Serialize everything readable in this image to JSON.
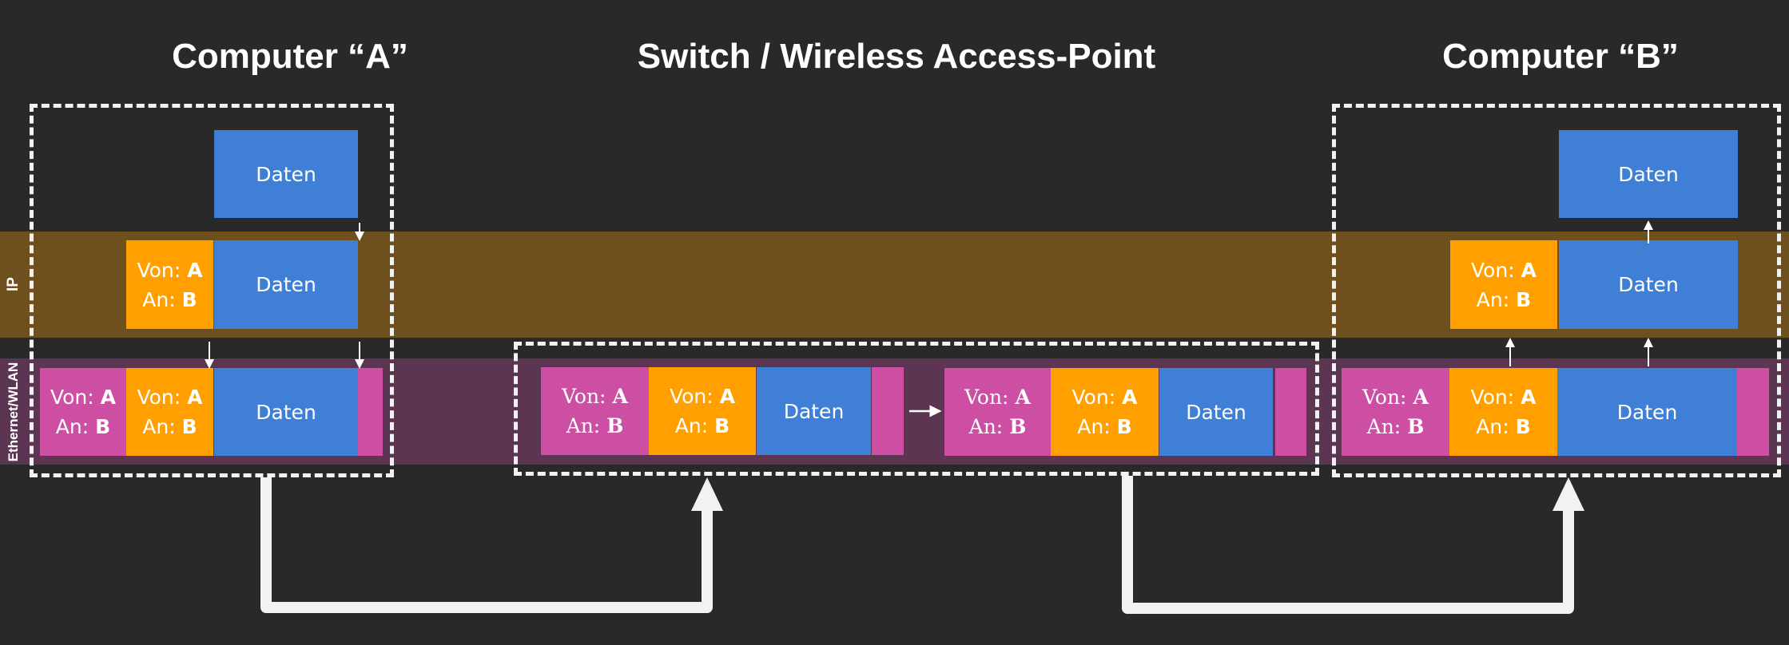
{
  "titles": {
    "computer_a": "Computer “A”",
    "switch": "Switch / Wireless Access-Point",
    "computer_b": "Computer “B”"
  },
  "layers": {
    "ip": "IP",
    "ethernet": "Ethernet/WLAN"
  },
  "packet": {
    "data": "Daten",
    "from_label": "Von:",
    "from_value": "A",
    "to_label": "An:",
    "to_value": "B"
  },
  "colors": {
    "background": "#292929",
    "ip_band": "#6e4f1e",
    "ethernet_band": "#5c3553",
    "data": "#3f7fd5",
    "ip_header": "#ffa000",
    "ethernet_header": "#cd4fa3"
  }
}
